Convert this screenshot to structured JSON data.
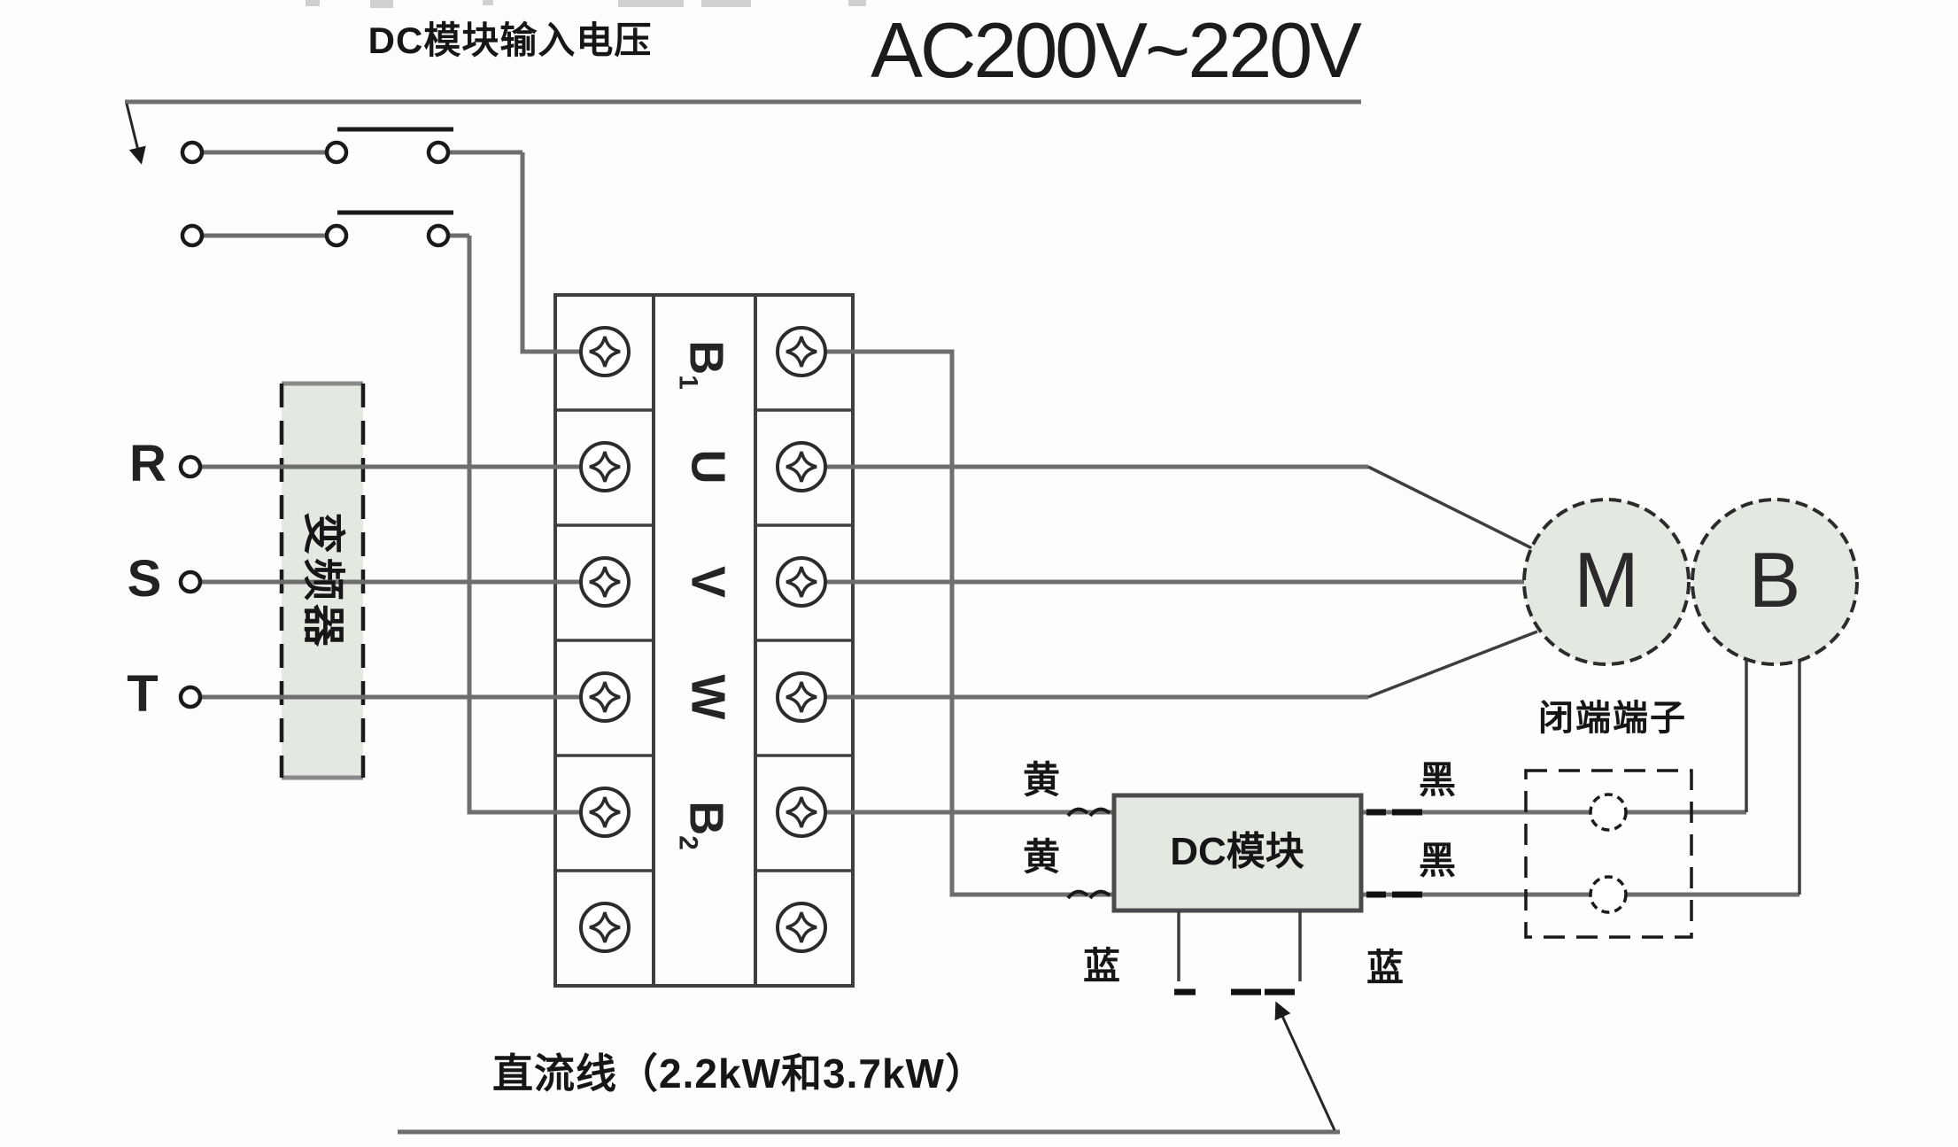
{
  "titles": {
    "dc_input": "DC模块输入电压",
    "ac_range": "AC200V~220V",
    "bottom_note": "直流线（2.2kW和3.7kW）"
  },
  "power_inputs": {
    "r": "R",
    "s": "S",
    "t": "T"
  },
  "inverter": {
    "label": "变频器"
  },
  "terminal_block": {
    "labels": [
      {
        "main": "B",
        "sub": "1"
      },
      {
        "main": "U",
        "sub": ""
      },
      {
        "main": "V",
        "sub": ""
      },
      {
        "main": "W",
        "sub": ""
      },
      {
        "main": "B",
        "sub": "2"
      }
    ]
  },
  "motor": {
    "label": "M"
  },
  "brake": {
    "label": "B"
  },
  "dc_module": {
    "label": "DC模块"
  },
  "closed_end_terminal": {
    "label": "闭端端子"
  },
  "wire_colors": {
    "yellow_upper": "黄",
    "yellow_lower": "黄",
    "black_upper": "黑",
    "black_lower": "黑",
    "blue_left": "蓝",
    "blue_right": "蓝"
  },
  "colors": {
    "component_fill": "#e3e8e0",
    "wire_gray": "#6e6e6e",
    "line_black": "#1a1a1a",
    "border_dark": "#3f3f3f"
  }
}
